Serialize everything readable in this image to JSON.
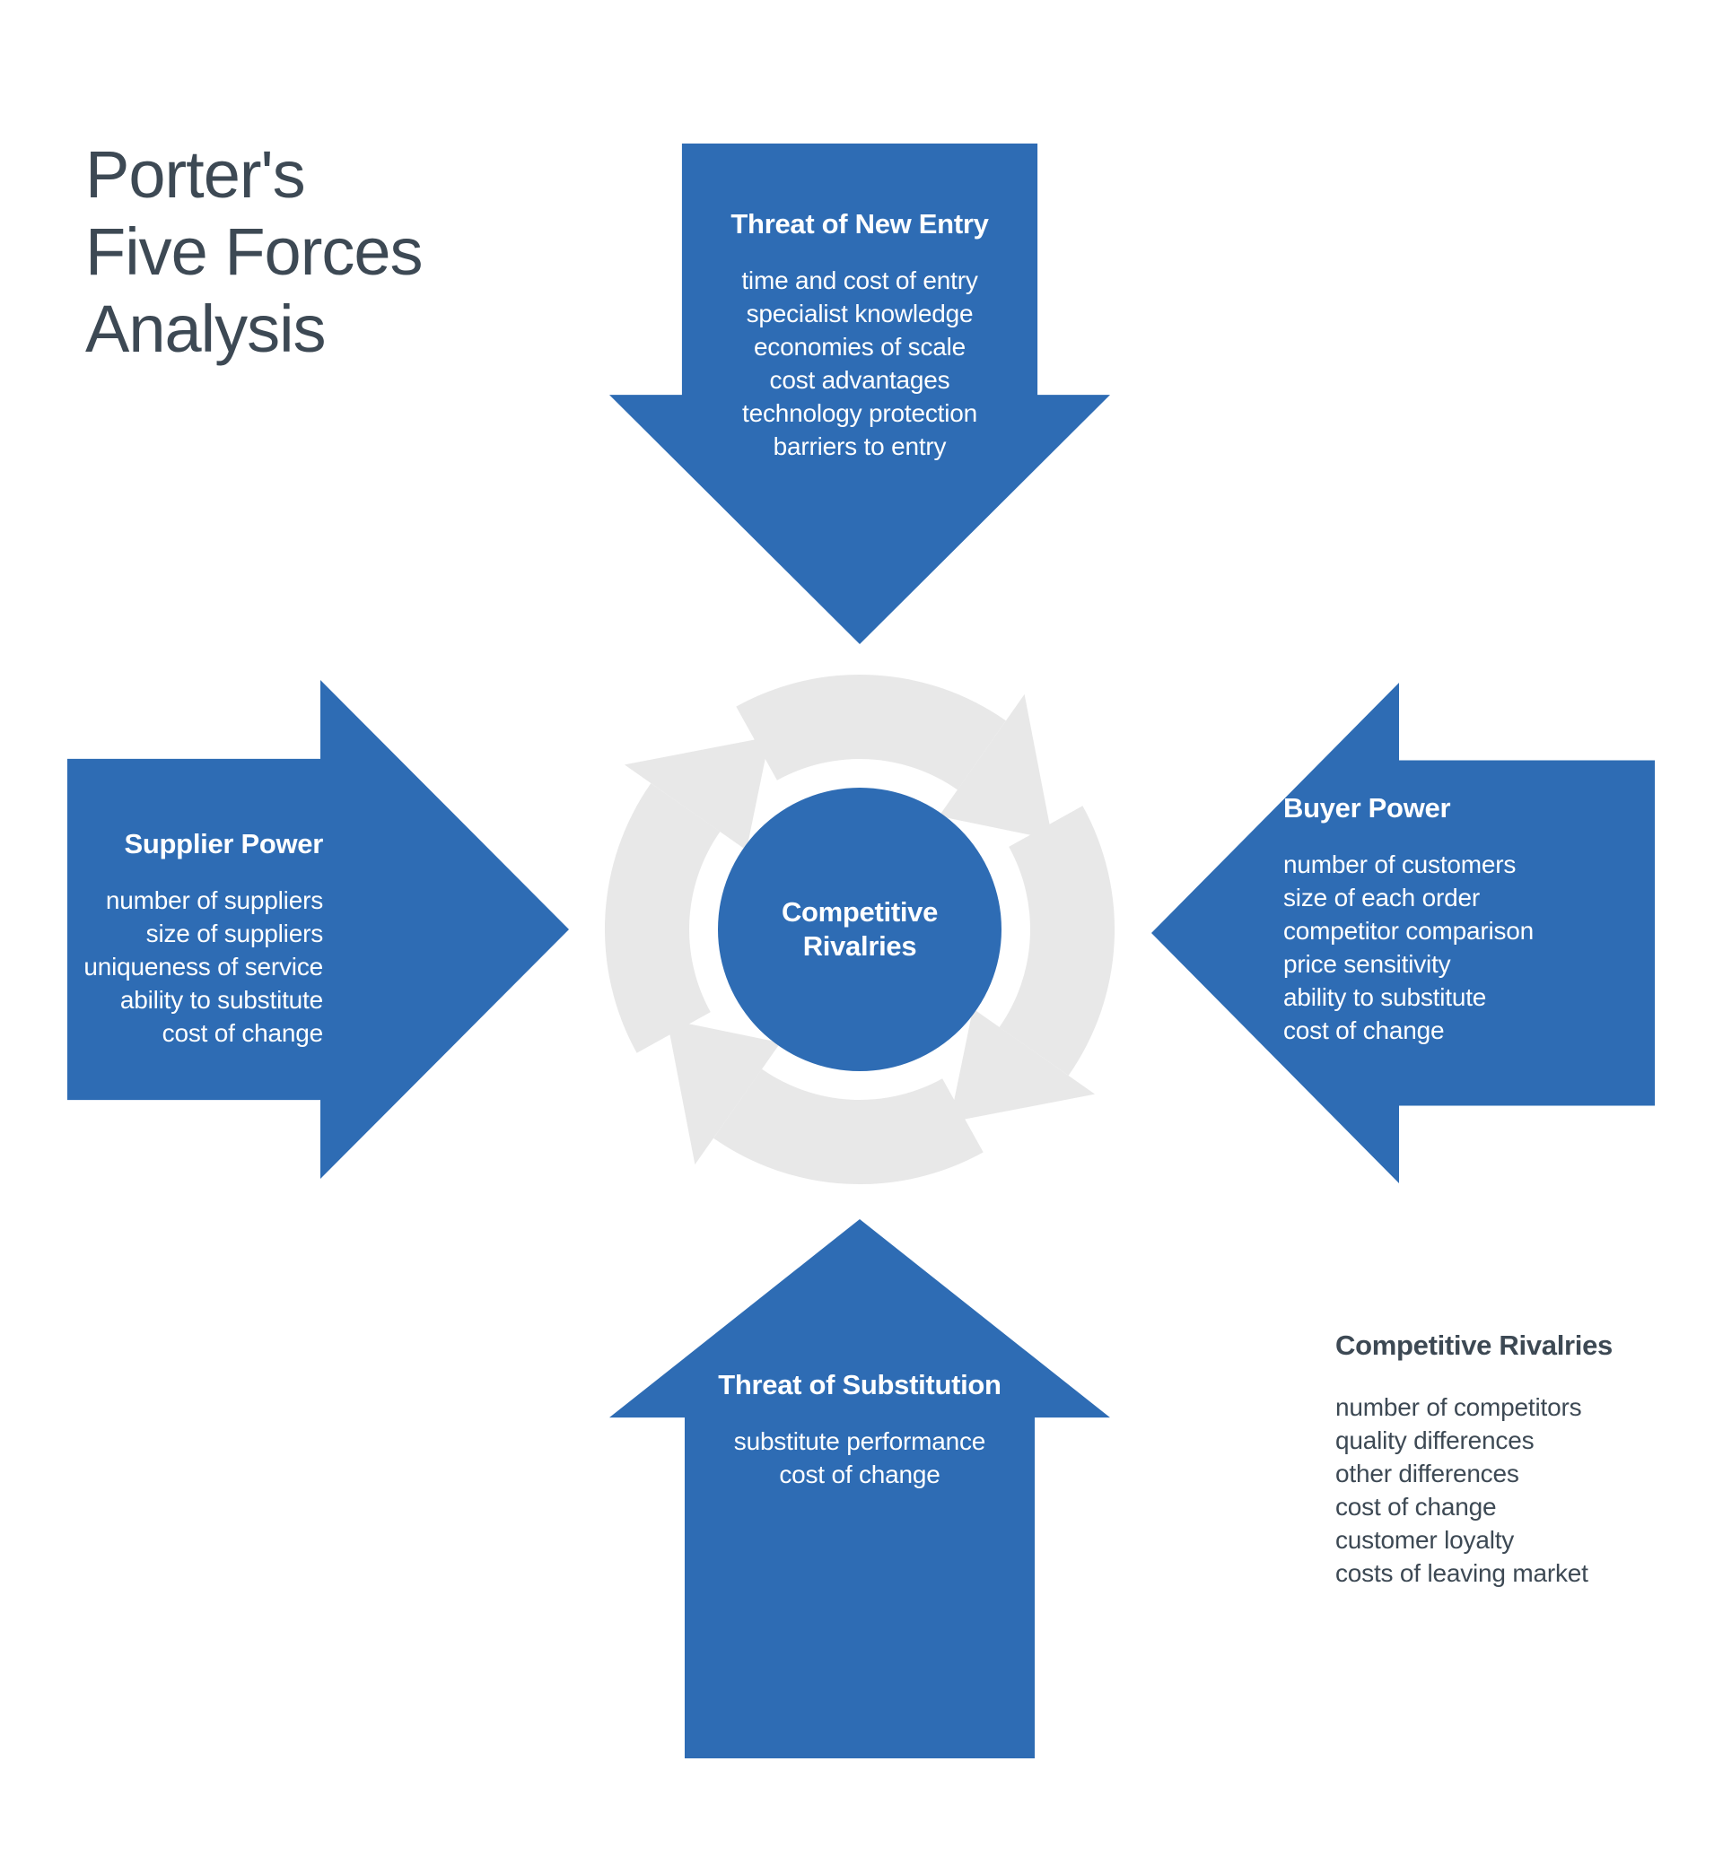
{
  "title": {
    "lines": [
      "Porter's",
      "Five Forces",
      "Analysis"
    ]
  },
  "colors": {
    "arrow_blue": "#2e6cb4",
    "cycle_gray": "#e8e8e8",
    "text_dark": "#3d4954",
    "text_on_blue": "#ffffff"
  },
  "forces": {
    "threat_of_new_entry": {
      "title": "Threat of New Entry",
      "items": [
        "time and cost of entry",
        "specialist knowledge",
        "economies of scale",
        "cost advantages",
        "technology protection",
        "barriers to entry"
      ]
    },
    "supplier_power": {
      "title": "Supplier Power",
      "items": [
        "number of suppliers",
        "size of suppliers",
        "uniqueness of service",
        "ability to substitute",
        "cost of change"
      ]
    },
    "buyer_power": {
      "title": "Buyer Power",
      "items": [
        "number of customers",
        "size of each order",
        "competitor comparison",
        "price sensitivity",
        "ability to substitute",
        "cost of change"
      ]
    },
    "threat_of_substitution": {
      "title": "Threat of Substitution",
      "items": [
        "substitute performance",
        "cost of change"
      ]
    },
    "competitive_rivalries_center": {
      "label": "Competitive Rivalries"
    },
    "competitive_rivalries": {
      "title": "Competitive Rivalries",
      "items": [
        "number of competitors",
        "quality differences",
        "other differences",
        "cost of change",
        "customer loyalty",
        "costs of leaving market"
      ]
    }
  }
}
